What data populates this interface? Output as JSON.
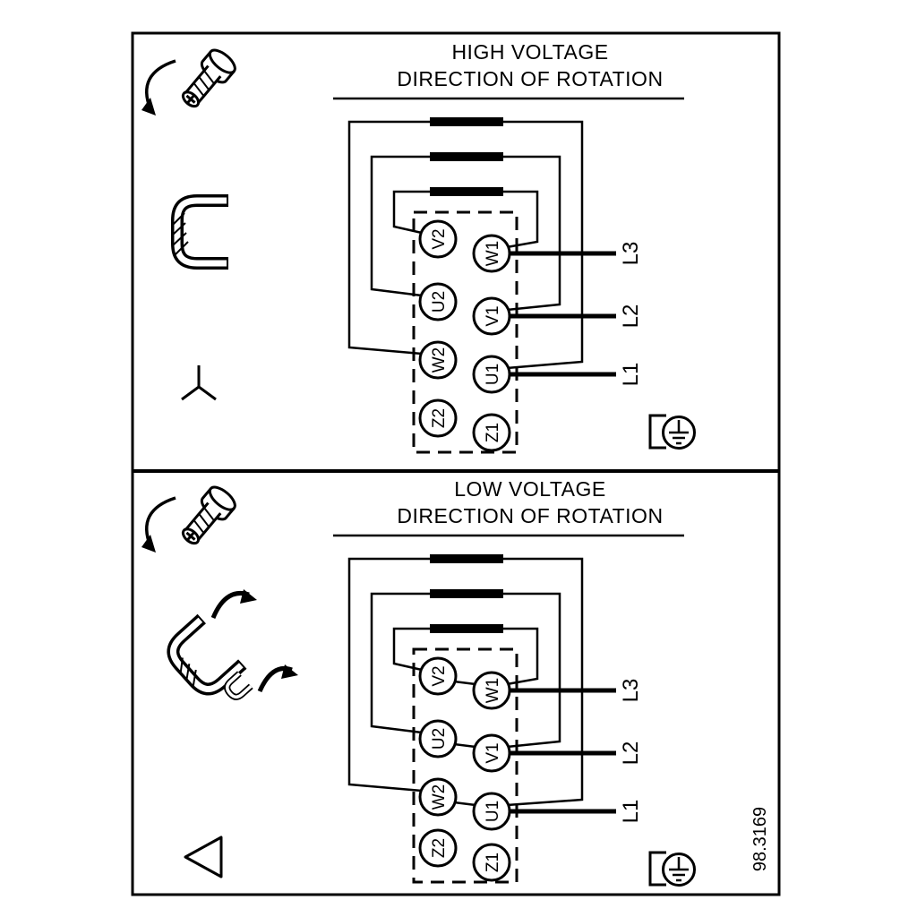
{
  "figure": {
    "ref_number": "98.3169"
  },
  "high_panel": {
    "title_line1": "HIGH VOLTAGE",
    "title_line2": "DIRECTION OF ROTATION",
    "terminals_left": [
      "V2",
      "U2",
      "W2",
      "Z2"
    ],
    "terminals_right": [
      "W1",
      "V1",
      "U1",
      "Z1"
    ],
    "line_labels": [
      "L3",
      "L2",
      "L1"
    ]
  },
  "low_panel": {
    "title_line1": "LOW VOLTAGE",
    "title_line2": "DIRECTION OF ROTATION",
    "terminals_left": [
      "V2",
      "U2",
      "W2",
      "Z2"
    ],
    "terminals_right": [
      "W1",
      "V1",
      "U1",
      "Z1"
    ],
    "line_labels": [
      "L3",
      "L2",
      "L1"
    ]
  }
}
